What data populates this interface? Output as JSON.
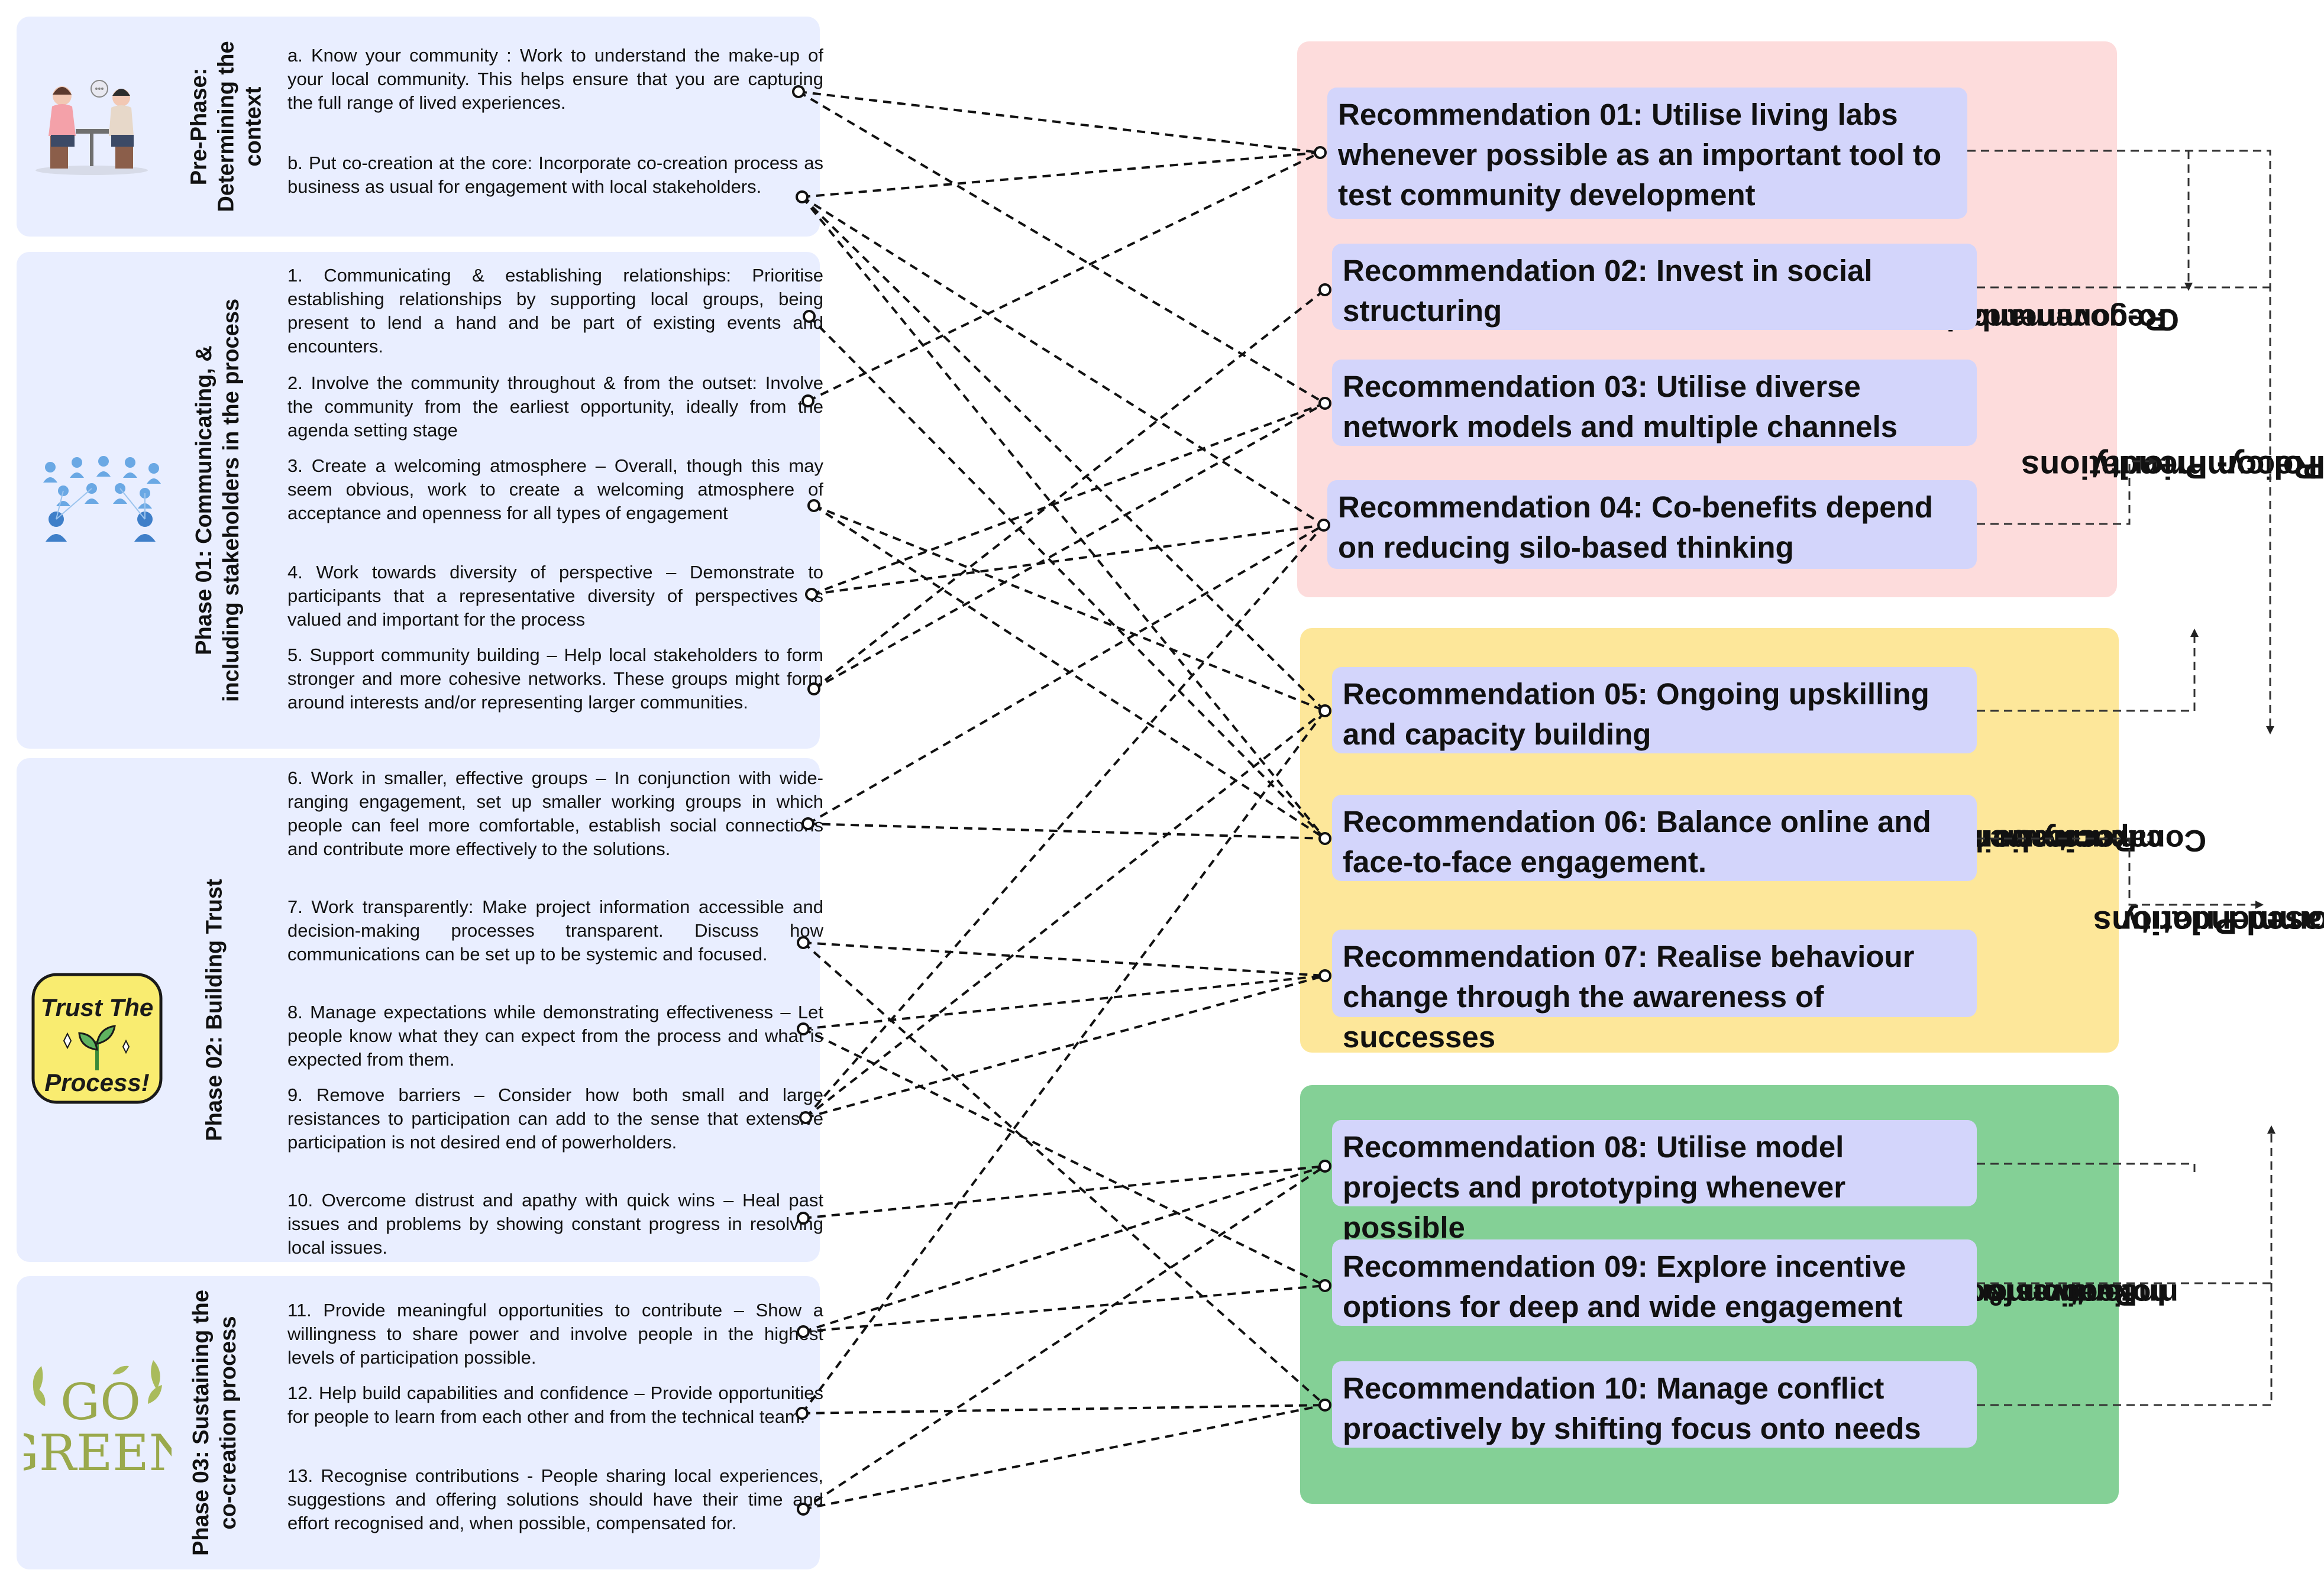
{
  "phases": [
    {
      "title_lines": [
        "Pre-Phase:",
        "Determining the",
        "context"
      ],
      "illustration": "two-people-talking-illustration",
      "items": [
        "a. Know your community : Work to understand the make-up of your local community. This helps ensure that you are capturing the full range of lived experiences.",
        "b. Put co-creation at the core: Incorporate co-creation process as business as usual for engagement with local stakeholders."
      ]
    },
    {
      "title_lines": [
        "Phase 01: Communicating, &",
        "including stakeholders in the process"
      ],
      "illustration": "people-network-icon",
      "items": [
        "1. Communicating & establishing relationships: Prioritise establishing relationships by supporting local groups, being present to lend a hand and be part of existing events and encounters.",
        "2. Involve the community throughout & from the outset: Involve the community from the earliest opportunity, ideally from the agenda setting stage",
        "3. Create a welcoming atmosphere – Overall, though this may seem obvious, work to create a welcoming atmosphere of acceptance and openness for all types of engagement",
        "4. Work towards diversity of perspective – Demonstrate to participants that a representative diversity of perspectives is valued and important for the process",
        "5. Support community building – Help local stakeholders to form stronger and more cohesive networks. These groups might form around interests and/or representing larger communities."
      ]
    },
    {
      "title_lines": [
        "Phase 02: Building Trust"
      ],
      "illustration": "trust-the-process-badge",
      "badge_text": [
        "Trust The",
        "Process!"
      ],
      "items": [
        "6. Work in smaller, effective groups – In conjunction with wide-ranging engagement, set up smaller working groups in which people can feel more comfortable, establish social connections and contribute more effectively to the solutions.",
        "7. Work transparently: Make project information accessible and decision-making processes transparent. Discuss how communications can be set up to be systemic and focused.",
        "8. Manage expectations while demonstrating effectiveness – Let people know what they can expect from the process and what is expected from them.",
        "9. Remove barriers – Consider how both small and large resistances to participation can add to the sense that extensive participation is not desired end of powerholders.",
        "10. Overcome distrust and apathy with quick wins – Heal past issues and problems by showing constant progress in resolving local issues."
      ]
    },
    {
      "title_lines": [
        "Phase 03: Sustaining the",
        "co-creation process"
      ],
      "illustration": "go-green-illustration",
      "logo_text": [
        "GO",
        "GREEN"
      ],
      "items": [
        "11. Provide meaningful opportunities to contribute – Show a willingness to share power and involve people in the highest levels of participation possible.",
        "12. Help build capabilities and confidence – Provide opportunities for people to learn from each other and from the technical team.",
        "13. Recognise contributions - People sharing local experiences, suggestions and offering solutions should have their time and effort recognised and, when possible, compensated for."
      ]
    }
  ],
  "groups": [
    {
      "title_lines": [
        "Co-governance",
        "Recommendations"
      ],
      "color": "#fddcdc",
      "recommendations": [
        "Recommendation 01: Utilise living labs whenever possible as an important tool to test community development",
        "Recommendation 02: Invest in social structuring",
        "Recommendation 03: Utilise diverse network models and multiple channels",
        "Recommendation 04: Co-benefits depend on reducing silo-based thinking"
      ]
    },
    {
      "title_lines": [
        "Communication &",
        "capacity-building",
        "Recommendations"
      ],
      "color": "#fde79a",
      "recommendations": [
        "Recommendation 05: Ongoing upskilling and capacity building",
        "Recommendation 06: Balance online and face-to-face engagement.",
        "Recommendation 07: Realise behaviour change through the awareness of successes"
      ]
    },
    {
      "title_lines": [
        "Incentives &",
        "motivation focused",
        "Recommendations"
      ],
      "color": "#84d096",
      "recommendations": [
        "Recommendation 08: Utilise model projects and prototyping whenever possible",
        "Recommendation 09: Explore incentive options for deep and wide engagement",
        "Recommendation 10: Manage conflict proactively by shifting focus onto needs"
      ]
    }
  ],
  "priority_titles": {
    "policy": [
      "Policy- Priority",
      "Recommendations"
    ],
    "place": [
      "Place-based Priority",
      "Recommendations"
    ]
  },
  "connections": [
    [
      "a",
      1
    ],
    [
      "a",
      3
    ],
    [
      "b",
      1
    ],
    [
      "b",
      4
    ],
    [
      "b",
      5
    ],
    [
      "b",
      6
    ],
    [
      "1",
      6
    ],
    [
      "2",
      1
    ],
    [
      "3",
      5
    ],
    [
      "3",
      6
    ],
    [
      "4",
      3
    ],
    [
      "4",
      4
    ],
    [
      "5",
      2
    ],
    [
      "5",
      3
    ],
    [
      "6",
      4
    ],
    [
      "6",
      6
    ],
    [
      "7",
      7
    ],
    [
      "7",
      10
    ],
    [
      "8",
      7
    ],
    [
      "8",
      9
    ],
    [
      "9",
      4
    ],
    [
      "9",
      5
    ],
    [
      "9",
      7
    ],
    [
      "10",
      8
    ],
    [
      "11",
      8
    ],
    [
      "11",
      9
    ],
    [
      "12",
      5
    ],
    [
      "12",
      10
    ],
    [
      "13",
      8
    ],
    [
      "13",
      10
    ]
  ],
  "colors": {
    "phase_panel": "#e9eeff",
    "rec_box": "#d3d5fb",
    "connector": "#111111"
  }
}
